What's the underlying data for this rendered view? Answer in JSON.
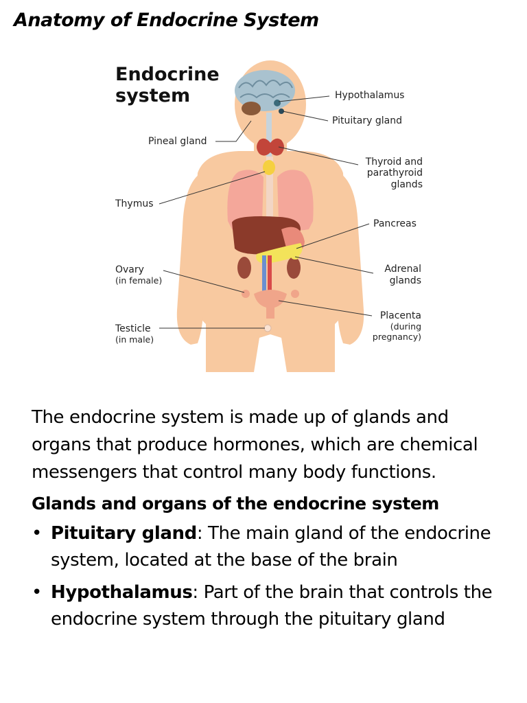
{
  "slide": {
    "title": "Anatomy of Endocrine System"
  },
  "diagram": {
    "title_line1": "Endocrine",
    "title_line2": "system",
    "labels": {
      "hypothalamus": "Hypothalamus",
      "pituitary": "Pituitary gland",
      "pineal": "Pineal gland",
      "thyroid_line1": "Thyroid and",
      "thyroid_line2": "parathyroid",
      "thyroid_line3": "glands",
      "thymus": "Thymus",
      "pancreas": "Pancreas",
      "ovary": "Ovary",
      "ovary_note": "(in female)",
      "adrenal_line1": "Adrenal",
      "adrenal_line2": "glands",
      "placenta": "Placenta",
      "placenta_note1": "(during",
      "placenta_note2": "pregnancy)",
      "testicle": "Testicle",
      "testicle_note": "(in male)"
    },
    "colors": {
      "skin": "#f8c9a0",
      "lungs": "#f4a79a",
      "liver": "#8b3a2a",
      "pancreas": "#f3e35a",
      "thyroid": "#c2453a",
      "thymus": "#f5d040",
      "uterus": "#f0a58a",
      "brain": "#7a9bb0"
    }
  },
  "content": {
    "intro": "The endocrine system is made up of glands and organs that produce hormones, which are chemical messengers that control many body functions.",
    "heading": "Glands and organs of the endocrine system",
    "bullets": [
      {
        "term": "Pituitary gland",
        "text": ": The main gland of the endocrine system, located at the base of the brain"
      },
      {
        "term": "Hypothalamus",
        "text": ": Part of the brain that controls the endocrine system through the pituitary gland"
      }
    ]
  }
}
